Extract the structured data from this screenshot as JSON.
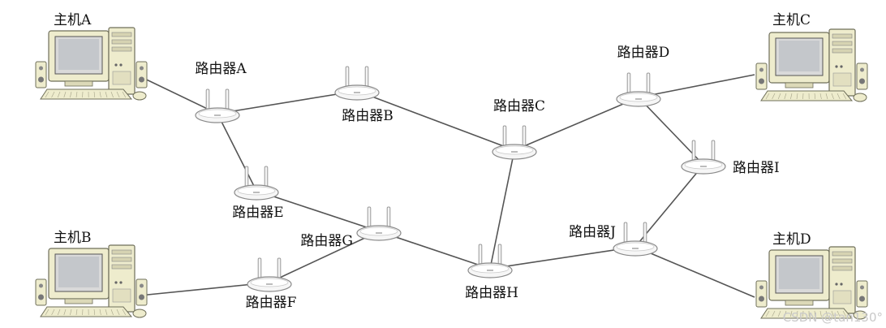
{
  "hosts": [
    {
      "id": "hostA",
      "label": "主机A"
    },
    {
      "id": "hostB",
      "label": "主机B"
    },
    {
      "id": "hostC",
      "label": "主机C"
    },
    {
      "id": "hostD",
      "label": "主机D"
    }
  ],
  "routers": [
    {
      "id": "A",
      "label": "路由器A"
    },
    {
      "id": "B",
      "label": "路由器B"
    },
    {
      "id": "C",
      "label": "路由器C"
    },
    {
      "id": "D",
      "label": "路由器D"
    },
    {
      "id": "E",
      "label": "路由器E"
    },
    {
      "id": "F",
      "label": "路由器F"
    },
    {
      "id": "G",
      "label": "路由器G"
    },
    {
      "id": "H",
      "label": "路由器H"
    },
    {
      "id": "I",
      "label": "路由器I"
    },
    {
      "id": "J",
      "label": "路由器J"
    }
  ],
  "links": [
    [
      "hostA",
      "A"
    ],
    [
      "A",
      "B"
    ],
    [
      "A",
      "E"
    ],
    [
      "B",
      "C"
    ],
    [
      "C",
      "D"
    ],
    [
      "C",
      "H"
    ],
    [
      "D",
      "hostC"
    ],
    [
      "D",
      "I"
    ],
    [
      "E",
      "G"
    ],
    [
      "G",
      "F"
    ],
    [
      "G",
      "H"
    ],
    [
      "F",
      "hostB"
    ],
    [
      "H",
      "J"
    ],
    [
      "J",
      "I"
    ],
    [
      "J",
      "hostD"
    ]
  ],
  "watermark": "CSDN @tan130°"
}
